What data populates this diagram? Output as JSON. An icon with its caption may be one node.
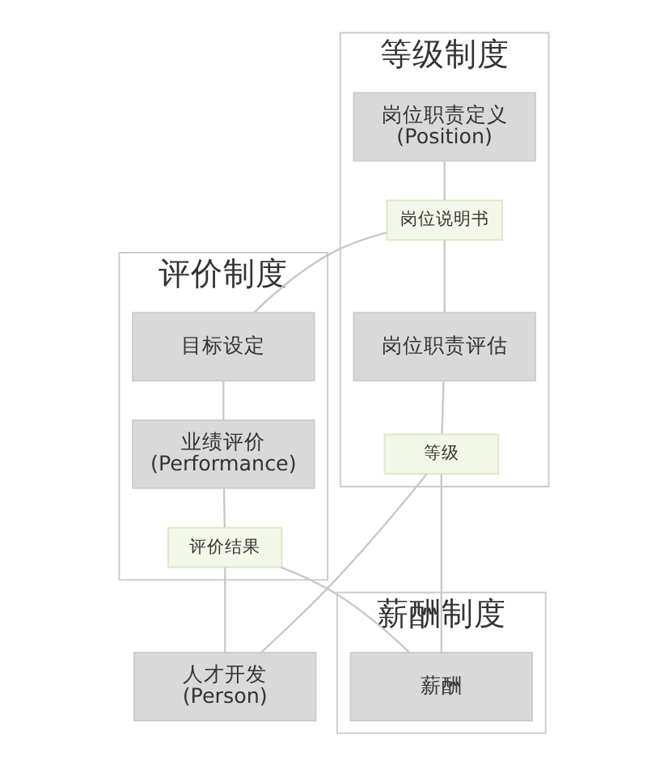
{
  "diagram": {
    "nodes": [
      {
        "text": [
          "等级制度"
        ]
      },
      {
        "text": [
          "岗位职责定义",
          "(Position)"
        ],
        "in": 0
      },
      {
        "text": [
          "岗位说明书"
        ],
        "in": 0
      },
      {
        "text": [
          "岗位职责评估"
        ],
        "in": 0
      },
      {
        "text": [
          "等级"
        ],
        "in": 0
      },
      {
        "text": [
          "评价制度"
        ]
      },
      {
        "text": [
          "目标设定"
        ],
        "in": 5
      },
      {
        "text": [
          "业绩评价",
          "(Performance)"
        ],
        "in": 5
      },
      {
        "text": [
          "评价结果"
        ],
        "in": 5
      },
      {
        "text": [
          "薪酬制度"
        ]
      },
      {
        "text": [
          "薪酬"
        ],
        "in": 9
      },
      {
        "text": [
          "人才开发",
          "(Person)"
        ]
      }
    ],
    "edges": [
      {
        "from": 1,
        "to": 2,
        "arrow": "none"
      },
      {
        "from": 2,
        "to": 3,
        "arrow": "none"
      },
      {
        "from": 2,
        "to": 6,
        "arrow": "none"
      },
      {
        "from": 6,
        "to": 7,
        "arrow": "none"
      },
      {
        "from": 3,
        "to": 4,
        "arrow": "none"
      },
      {
        "from": 7,
        "to": 8,
        "arrow": "none"
      },
      {
        "from": 4,
        "to": 10,
        "arrow": "none"
      },
      {
        "from": 8,
        "to": 10,
        "arrow": "none"
      },
      {
        "from": 4,
        "to": 11,
        "arrow": "none"
      },
      {
        "from": 8,
        "to": 11,
        "arrow": "none"
      }
    ]
  }
}
